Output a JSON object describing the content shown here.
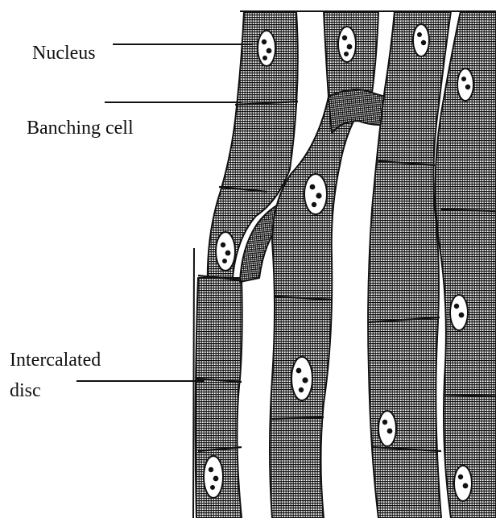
{
  "labels": {
    "nucleus": "Nucleus",
    "branching_cell": "Banching cell",
    "intercalated_line1": "Intercalated",
    "intercalated_line2": "disc"
  },
  "colors": {
    "ink": "#111111",
    "fiber_fill": "#5c5c5c",
    "nucleus_fill": "#ffffff",
    "background": "#ffffff"
  }
}
